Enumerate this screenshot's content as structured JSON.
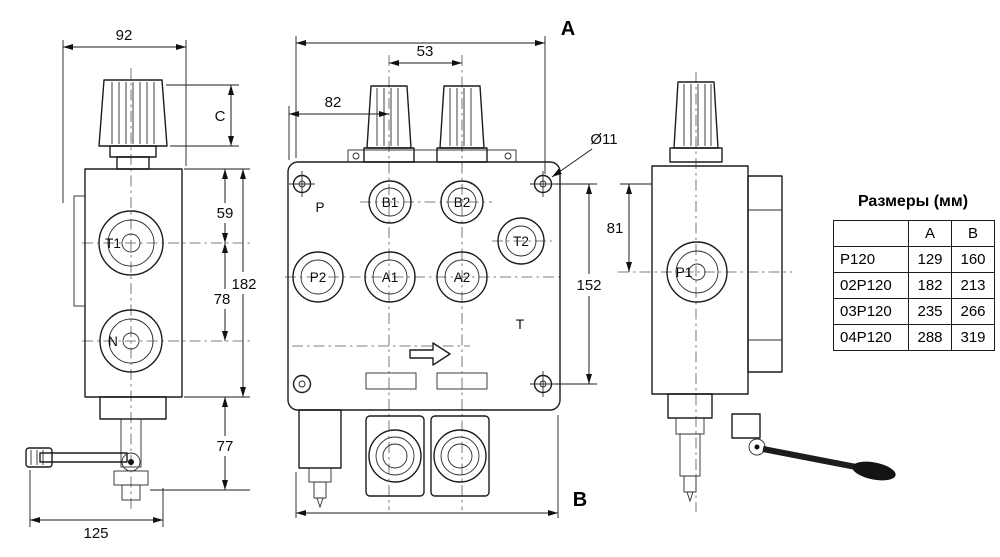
{
  "views": {
    "left": {
      "ports": {
        "t1": "T1",
        "n": "N"
      }
    },
    "front": {
      "ports": {
        "p": "P",
        "b1": "B1",
        "b2": "B2",
        "t2": "T2",
        "p2": "P2",
        "a1": "A1",
        "a2": "A2",
        "t": "T"
      }
    },
    "right": {
      "ports": {
        "p1": "P1"
      }
    }
  },
  "dimensions": {
    "d92": "92",
    "dC": "C",
    "d59": "59",
    "d78": "78",
    "d182": "182",
    "d77": "77",
    "d125": "125",
    "d53": "53",
    "d82": "82",
    "dA": "A",
    "dB": "B",
    "hole": "Ø11",
    "d152": "152",
    "d81": "81"
  },
  "table": {
    "title": "Размеры (мм)",
    "columns": {
      "model": "",
      "a": "A",
      "b": "B"
    },
    "rows": [
      {
        "model": "P120",
        "a": "129",
        "b": "160"
      },
      {
        "model": "02P120",
        "a": "182",
        "b": "213"
      },
      {
        "model": "03P120",
        "a": "235",
        "b": "266"
      },
      {
        "model": "04P120",
        "a": "288",
        "b": "319"
      }
    ]
  }
}
